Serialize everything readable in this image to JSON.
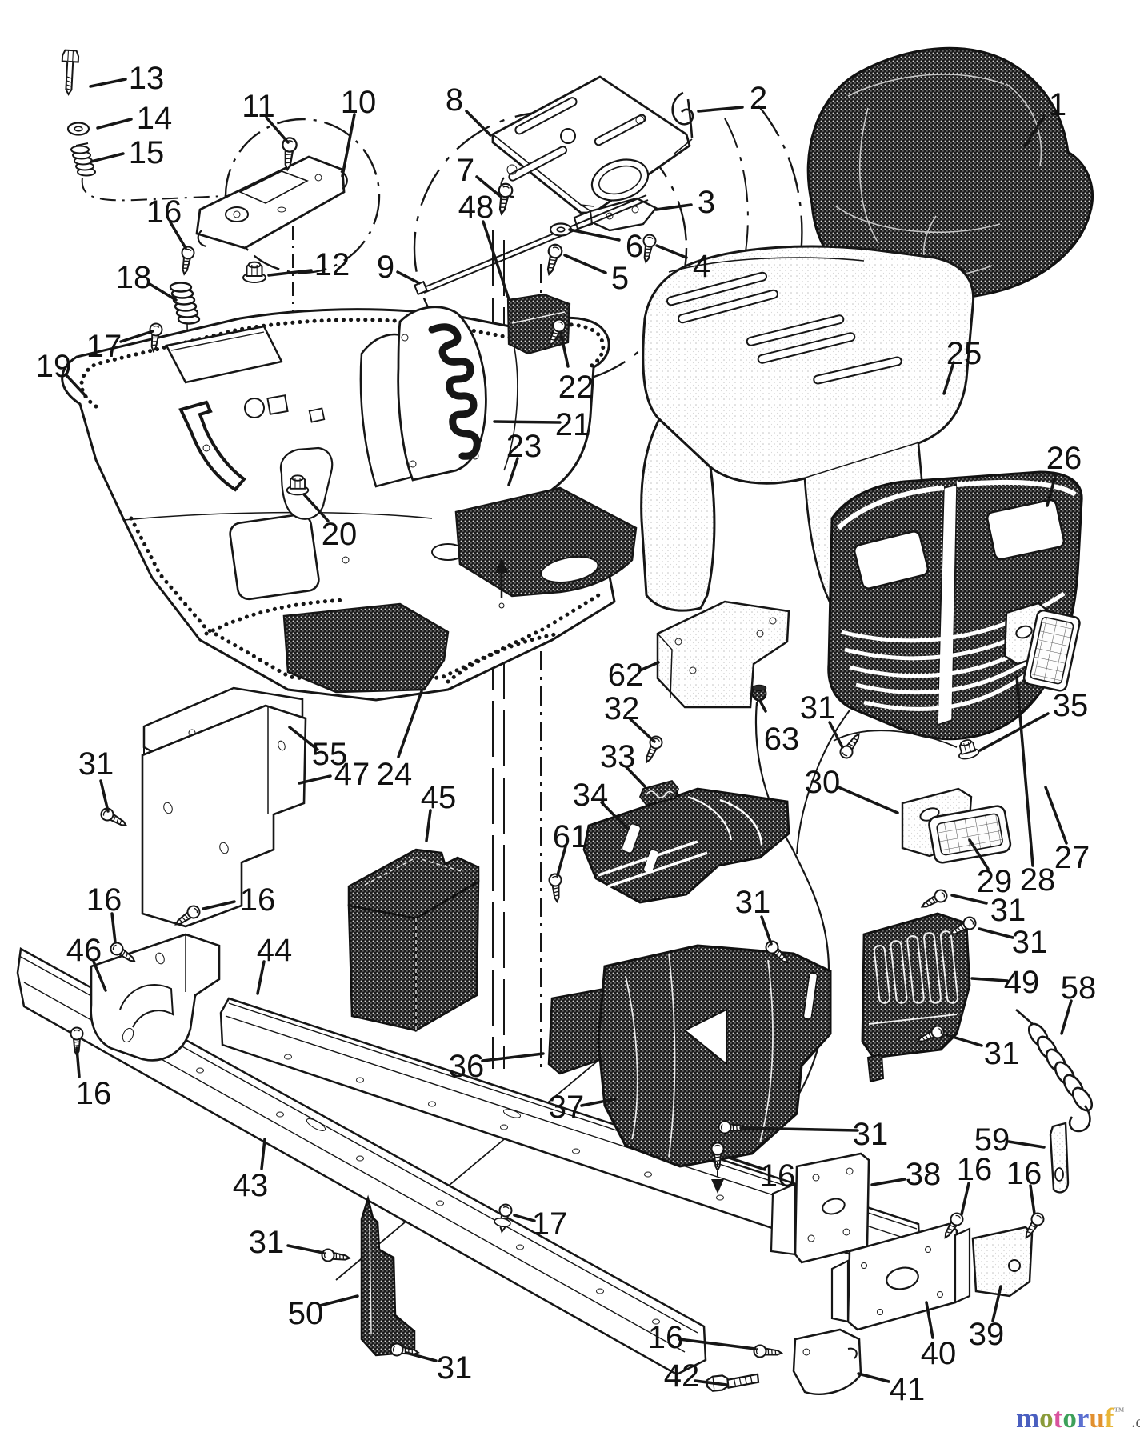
{
  "figure": {
    "type": "exploded-parts-diagram",
    "background": "#ffffff",
    "line_color": "#161616",
    "label_color": "#111111",
    "label_font_size": 40
  },
  "watermark": {
    "letters": [
      {
        "ch": "m",
        "color": "#4a5fc0"
      },
      {
        "ch": "o",
        "color": "#8a9b3a"
      },
      {
        "ch": "t",
        "color": "#d9539e"
      },
      {
        "ch": "o",
        "color": "#3da05a"
      },
      {
        "ch": "r",
        "color": "#5b6fd0"
      },
      {
        "ch": "u",
        "color": "#e2902f"
      },
      {
        "ch": "f",
        "color": "#e8b637"
      }
    ],
    "tm": "™",
    "suffix": ".de",
    "suffix_color": "#555555"
  },
  "callouts": [
    {
      "n": "13",
      "l": [
        183,
        97
      ],
      "a": [
        157,
        99
      ],
      "b": [
        113,
        108
      ]
    },
    {
      "n": "14",
      "l": [
        193,
        147
      ],
      "a": [
        164,
        149
      ],
      "b": [
        122,
        160
      ]
    },
    {
      "n": "15",
      "l": [
        183,
        190
      ],
      "a": [
        154,
        192
      ],
      "b": [
        114,
        202
      ]
    },
    {
      "n": "16",
      "l": [
        205,
        264
      ],
      "a": [
        213,
        278
      ],
      "b": [
        232,
        310
      ]
    },
    {
      "n": "11",
      "l": [
        323,
        132
      ],
      "a": [
        333,
        147
      ],
      "b": [
        360,
        178
      ]
    },
    {
      "n": "10",
      "l": [
        448,
        127
      ],
      "a": [
        443,
        143
      ],
      "b": [
        428,
        220
      ]
    },
    {
      "n": "12",
      "l": [
        415,
        330
      ],
      "a": [
        389,
        338
      ],
      "b": [
        336,
        344
      ]
    },
    {
      "n": "18",
      "l": [
        167,
        346
      ],
      "a": [
        187,
        355
      ],
      "b": [
        220,
        375
      ]
    },
    {
      "n": "17",
      "l": [
        130,
        432
      ],
      "a": [
        151,
        427
      ],
      "b": [
        191,
        414
      ]
    },
    {
      "n": "19",
      "l": [
        67,
        457
      ],
      "a": [
        82,
        468
      ],
      "b": [
        108,
        496
      ]
    },
    {
      "n": "20",
      "l": [
        424,
        667
      ],
      "a": [
        410,
        651
      ],
      "b": [
        380,
        618
      ]
    },
    {
      "n": "8",
      "l": [
        568,
        124
      ],
      "a": [
        583,
        139
      ],
      "b": [
        613,
        169
      ]
    },
    {
      "n": "7",
      "l": [
        582,
        212
      ],
      "a": [
        596,
        221
      ],
      "b": [
        625,
        245
      ]
    },
    {
      "n": "48",
      "l": [
        595,
        258
      ],
      "a": [
        604,
        277
      ],
      "b": [
        636,
        374
      ]
    },
    {
      "n": "2",
      "l": [
        948,
        122
      ],
      "a": [
        928,
        134
      ],
      "b": [
        873,
        139
      ]
    },
    {
      "n": "3",
      "l": [
        883,
        252
      ],
      "a": [
        864,
        256
      ],
      "b": [
        820,
        262
      ]
    },
    {
      "n": "6",
      "l": [
        793,
        307
      ],
      "a": [
        774,
        300
      ],
      "b": [
        712,
        287
      ]
    },
    {
      "n": "5",
      "l": [
        775,
        347
      ],
      "a": [
        757,
        341
      ],
      "b": [
        706,
        319
      ]
    },
    {
      "n": "4",
      "l": [
        877,
        332
      ],
      "a": [
        858,
        322
      ],
      "b": [
        821,
        307
      ]
    },
    {
      "n": "9",
      "l": [
        482,
        333
      ],
      "a": [
        497,
        340
      ],
      "b": [
        524,
        354
      ]
    },
    {
      "n": "1",
      "l": [
        1322,
        130
      ],
      "a": [
        1305,
        145
      ],
      "b": [
        1281,
        183
      ]
    },
    {
      "n": "25",
      "l": [
        1205,
        441
      ],
      "a": [
        1192,
        453
      ],
      "b": [
        1180,
        492
      ]
    },
    {
      "n": "26",
      "l": [
        1330,
        572
      ],
      "a": [
        1320,
        592
      ],
      "b": [
        1309,
        632
      ]
    },
    {
      "n": "22",
      "l": [
        720,
        483
      ],
      "a": [
        710,
        458
      ],
      "b": [
        701,
        416
      ]
    },
    {
      "n": "21",
      "l": [
        716,
        530
      ],
      "a": [
        700,
        528
      ],
      "b": [
        618,
        527
      ]
    },
    {
      "n": "23",
      "l": [
        655,
        557
      ],
      "a": [
        647,
        573
      ],
      "b": [
        636,
        606
      ]
    },
    {
      "n": "24",
      "l": [
        493,
        967
      ],
      "a": [
        498,
        946
      ],
      "b": [
        527,
        864
      ]
    },
    {
      "n": "62",
      "l": [
        782,
        843
      ],
      "a": [
        800,
        838
      ],
      "b": [
        823,
        828
      ]
    },
    {
      "n": "63",
      "l": [
        977,
        923
      ],
      "a": [
        957,
        889
      ],
      "b": [
        950,
        876
      ]
    },
    {
      "n": "32",
      "l": [
        777,
        885
      ],
      "a": [
        788,
        899
      ],
      "b": [
        818,
        927
      ]
    },
    {
      "n": "33",
      "l": [
        772,
        945
      ],
      "a": [
        783,
        959
      ],
      "b": [
        806,
        983
      ]
    },
    {
      "n": "34",
      "l": [
        738,
        993
      ],
      "a": [
        752,
        1003
      ],
      "b": [
        784,
        1036
      ]
    },
    {
      "n": "61",
      "l": [
        713,
        1045
      ],
      "a": [
        707,
        1058
      ],
      "b": [
        697,
        1094
      ]
    },
    {
      "n": "31",
      "l": [
        1022,
        884
      ],
      "a": [
        1037,
        903
      ],
      "b": [
        1053,
        934
      ]
    },
    {
      "n": "30",
      "l": [
        1028,
        977
      ],
      "a": [
        1048,
        984
      ],
      "b": [
        1122,
        1016
      ]
    },
    {
      "n": "29",
      "l": [
        1243,
        1101
      ],
      "a": [
        1235,
        1086
      ],
      "b": [
        1212,
        1050
      ]
    },
    {
      "n": "28",
      "l": [
        1297,
        1099
      ],
      "a": [
        1291,
        1082
      ],
      "b": [
        1271,
        846
      ]
    },
    {
      "n": "27",
      "l": [
        1340,
        1071
      ],
      "a": [
        1333,
        1054
      ],
      "b": [
        1307,
        984
      ]
    },
    {
      "n": "35",
      "l": [
        1338,
        881
      ],
      "a": [
        1310,
        892
      ],
      "b": [
        1225,
        938
      ]
    },
    {
      "n": "31",
      "l": [
        941,
        1127
      ],
      "a": [
        952,
        1146
      ],
      "b": [
        964,
        1180
      ]
    },
    {
      "n": "49",
      "l": [
        1277,
        1227
      ],
      "a": [
        1259,
        1226
      ],
      "b": [
        1215,
        1223
      ]
    },
    {
      "n": "58",
      "l": [
        1348,
        1234
      ],
      "a": [
        1339,
        1251
      ],
      "b": [
        1327,
        1292
      ]
    },
    {
      "n": "31",
      "l": [
        1260,
        1137
      ],
      "a": [
        1233,
        1129
      ],
      "b": [
        1190,
        1119
      ]
    },
    {
      "n": "31",
      "l": [
        1287,
        1177
      ],
      "a": [
        1266,
        1172
      ],
      "b": [
        1224,
        1161
      ]
    },
    {
      "n": "31",
      "l": [
        1252,
        1316
      ],
      "a": [
        1227,
        1307
      ],
      "b": [
        1184,
        1294
      ]
    },
    {
      "n": "55",
      "l": [
        412,
        942
      ],
      "a": [
        397,
        937
      ],
      "b": [
        362,
        909
      ]
    },
    {
      "n": "47",
      "l": [
        440,
        967
      ],
      "a": [
        413,
        970
      ],
      "b": [
        374,
        979
      ]
    },
    {
      "n": "45",
      "l": [
        548,
        996
      ],
      "a": [
        538,
        1013
      ],
      "b": [
        533,
        1051
      ]
    },
    {
      "n": "31",
      "l": [
        120,
        954
      ],
      "a": [
        126,
        976
      ],
      "b": [
        135,
        1014
      ]
    },
    {
      "n": "16",
      "l": [
        130,
        1124
      ],
      "a": [
        140,
        1142
      ],
      "b": [
        144,
        1178
      ]
    },
    {
      "n": "16",
      "l": [
        322,
        1124
      ],
      "a": [
        293,
        1127
      ],
      "b": [
        254,
        1136
      ]
    },
    {
      "n": "46",
      "l": [
        105,
        1187
      ],
      "a": [
        117,
        1202
      ],
      "b": [
        132,
        1238
      ]
    },
    {
      "n": "16",
      "l": [
        117,
        1366
      ],
      "a": [
        99,
        1346
      ],
      "b": [
        96,
        1310
      ]
    },
    {
      "n": "44",
      "l": [
        343,
        1187
      ],
      "a": [
        330,
        1202
      ],
      "b": [
        322,
        1242
      ]
    },
    {
      "n": "43",
      "l": [
        313,
        1481
      ],
      "a": [
        327,
        1461
      ],
      "b": [
        331,
        1424
      ]
    },
    {
      "n": "36",
      "l": [
        583,
        1332
      ],
      "a": [
        603,
        1326
      ],
      "b": [
        679,
        1317
      ]
    },
    {
      "n": "37",
      "l": [
        708,
        1383
      ],
      "a": [
        727,
        1382
      ],
      "b": [
        768,
        1374
      ]
    },
    {
      "n": "17",
      "l": [
        687,
        1529
      ],
      "a": [
        668,
        1526
      ],
      "b": [
        643,
        1519
      ]
    },
    {
      "n": "31",
      "l": [
        333,
        1552
      ],
      "a": [
        360,
        1557
      ],
      "b": [
        404,
        1566
      ]
    },
    {
      "n": "50",
      "l": [
        382,
        1641
      ],
      "a": [
        400,
        1632
      ],
      "b": [
        447,
        1620
      ]
    },
    {
      "n": "31",
      "l": [
        568,
        1709
      ],
      "a": [
        545,
        1701
      ],
      "b": [
        508,
        1691
      ]
    },
    {
      "n": "31",
      "l": [
        1088,
        1417
      ],
      "a": [
        1072,
        1413
      ],
      "b": [
        926,
        1410
      ]
    },
    {
      "n": "16",
      "l": [
        972,
        1469
      ],
      "a": [
        956,
        1462
      ],
      "b": [
        908,
        1446
      ]
    },
    {
      "n": "38",
      "l": [
        1154,
        1467
      ],
      "a": [
        1131,
        1474
      ],
      "b": [
        1090,
        1481
      ]
    },
    {
      "n": "59",
      "l": [
        1240,
        1424
      ],
      "a": [
        1261,
        1427
      ],
      "b": [
        1305,
        1434
      ]
    },
    {
      "n": "16",
      "l": [
        1218,
        1461
      ],
      "a": [
        1211,
        1479
      ],
      "b": [
        1202,
        1518
      ]
    },
    {
      "n": "16",
      "l": [
        1280,
        1466
      ],
      "a": [
        1288,
        1482
      ],
      "b": [
        1293,
        1517
      ]
    },
    {
      "n": "39",
      "l": [
        1233,
        1667
      ],
      "a": [
        1241,
        1651
      ],
      "b": [
        1251,
        1608
      ]
    },
    {
      "n": "40",
      "l": [
        1173,
        1691
      ],
      "a": [
        1166,
        1672
      ],
      "b": [
        1158,
        1628
      ]
    },
    {
      "n": "41",
      "l": [
        1134,
        1736
      ],
      "a": [
        1111,
        1727
      ],
      "b": [
        1073,
        1717
      ]
    },
    {
      "n": "42",
      "l": [
        852,
        1719
      ],
      "a": [
        869,
        1726
      ],
      "b": [
        908,
        1731
      ]
    },
    {
      "n": "16",
      "l": [
        832,
        1671
      ],
      "a": [
        849,
        1674
      ],
      "b": [
        944,
        1686
      ]
    }
  ]
}
